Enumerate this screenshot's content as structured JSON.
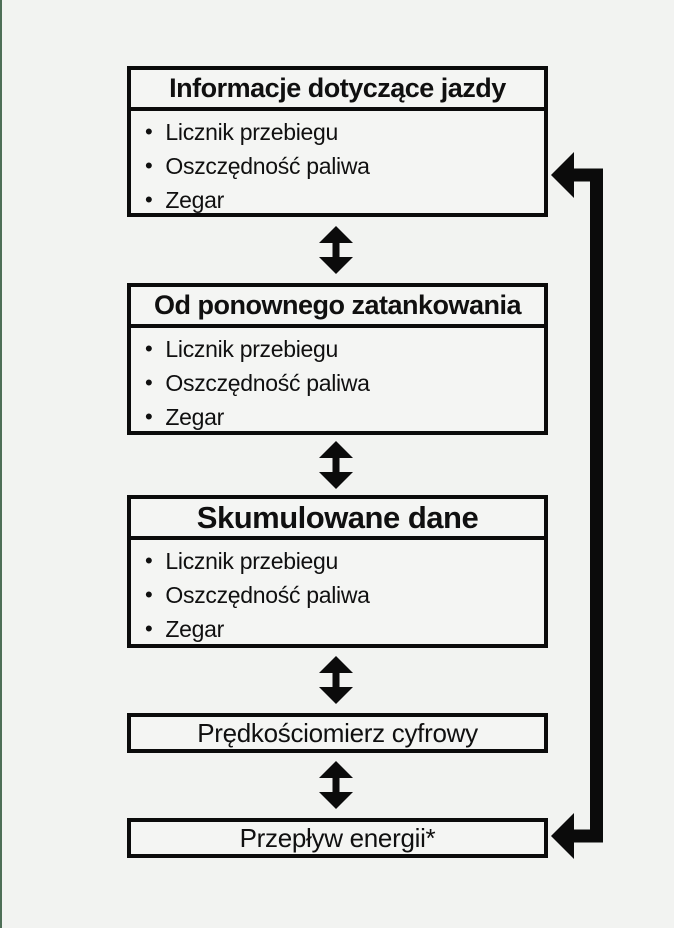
{
  "colors": {
    "background": "#f2f3f1",
    "line": "#0b0b0b",
    "box_fill": "#f4f5f3",
    "left_edge_accent": "#4e6f57"
  },
  "boxes": [
    {
      "id": "drive-information",
      "title": "Informacje dotyczące jazdy",
      "items": [
        "Licznik przebiegu",
        "Oszczędność paliwa",
        "Zegar"
      ]
    },
    {
      "id": "since-refuelling",
      "title": "Od ponownego zatankowania",
      "items": [
        "Licznik przebiegu",
        "Oszczędność paliwa",
        "Zegar"
      ]
    },
    {
      "id": "accumulated-data",
      "title": "Skumulowane dane",
      "items": [
        "Licznik przebiegu",
        "Oszczędność paliwa",
        "Zegar"
      ]
    },
    {
      "id": "digital-speedometer",
      "title": "Prędkościomierz cyfrowy",
      "items": []
    },
    {
      "id": "energy-flow",
      "title": "Przepływ energii*",
      "items": []
    }
  ],
  "icons": {
    "between_boxes": "double-headed-vertical-arrow",
    "right_side": "loop-return-arrow"
  }
}
